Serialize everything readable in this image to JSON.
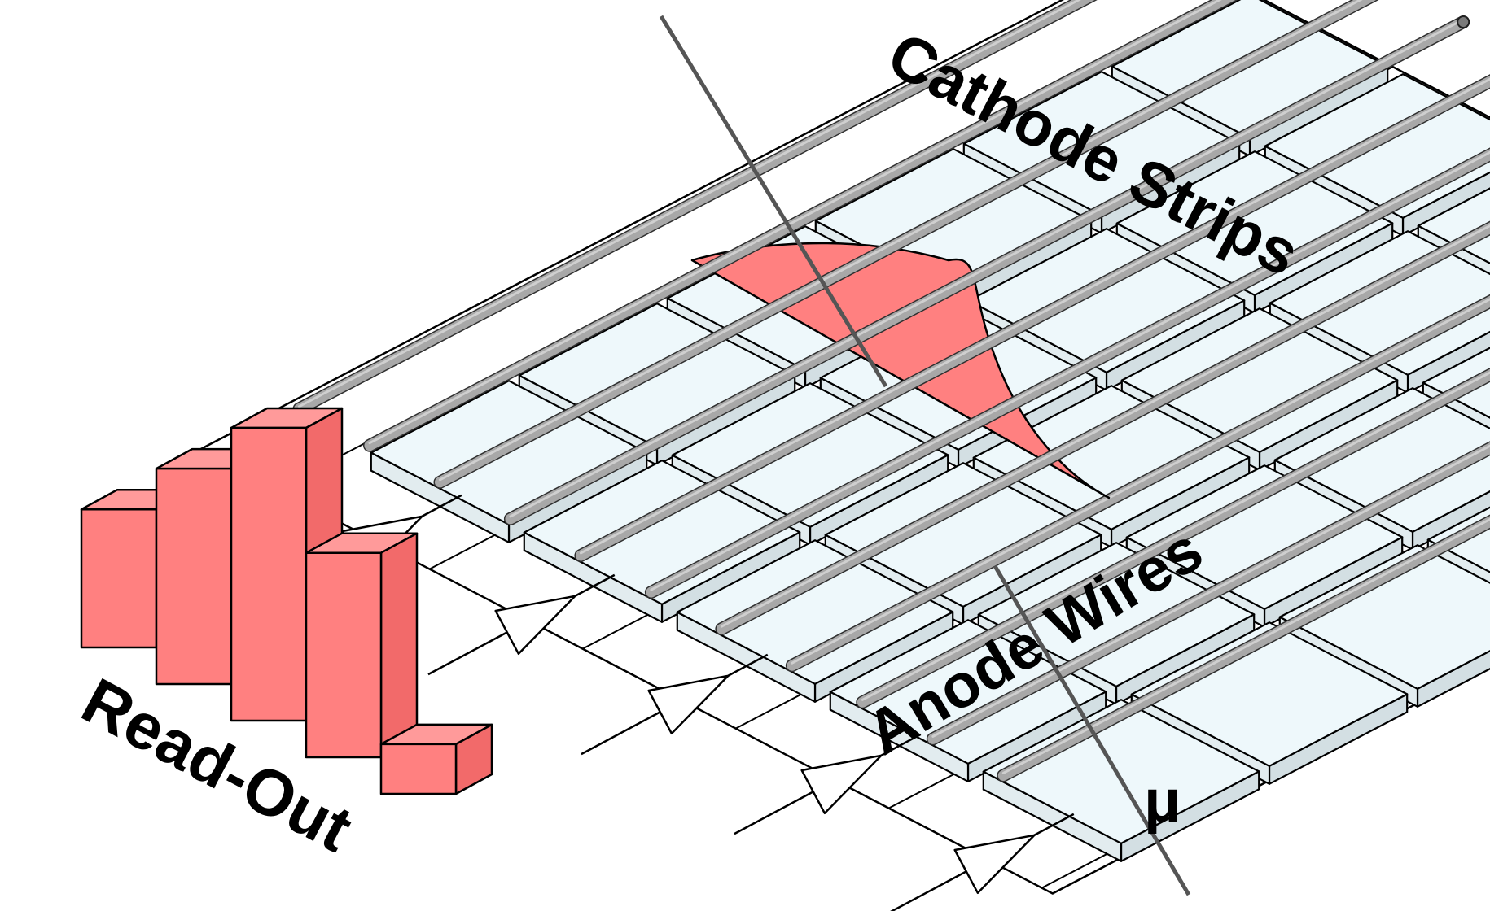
{
  "labels": {
    "cathode_strips": "Cathode Strips",
    "anode_wires": "Anode Wires",
    "read_out": "Read-Out",
    "muon": "μ"
  },
  "colors": {
    "strip_fill": "#eef8fb",
    "strip_side": "#d3dfe3",
    "charge": "#ff8080",
    "charge_side": "#f26a6a",
    "wire": "#a8a8a8",
    "track": "#555555",
    "outline": "#000000"
  },
  "counts": {
    "strip_rows": 5,
    "strip_columns": 6,
    "anode_wires": 11,
    "amplifiers": 5
  },
  "readout_histogram": [
    0.25,
    0.39,
    0.53,
    0.37,
    0.09
  ]
}
